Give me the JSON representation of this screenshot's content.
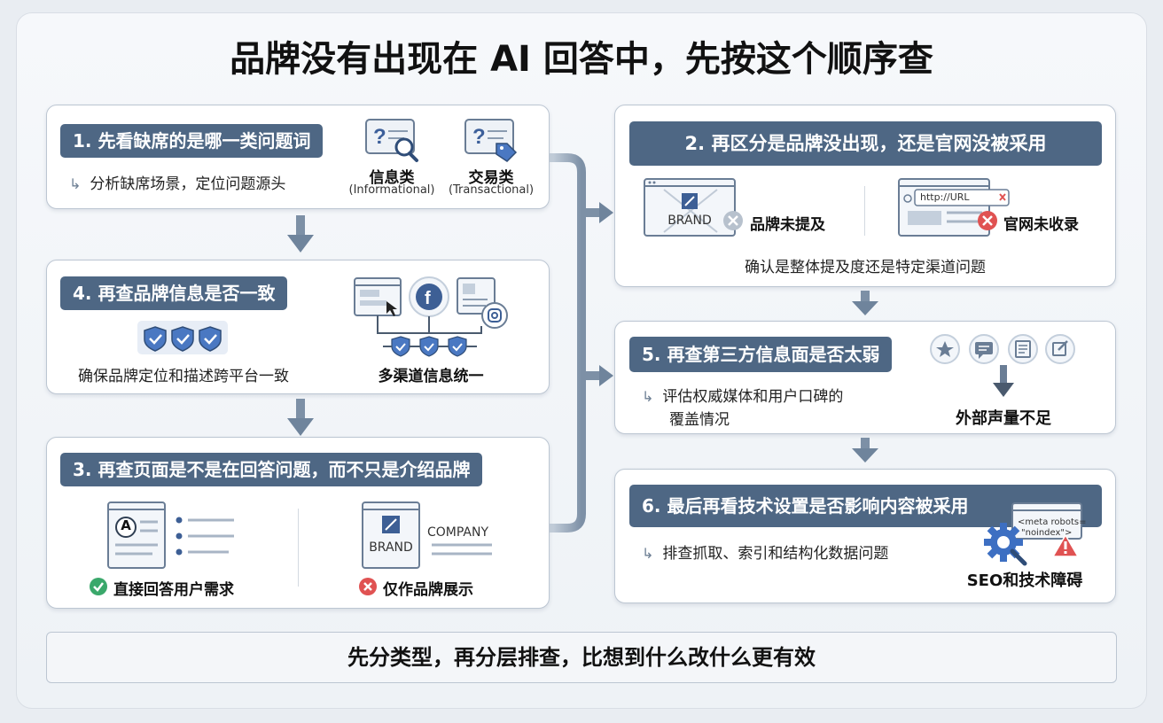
{
  "title": "品牌没有出现在 AI 回答中，先按这个顺序查",
  "step1": {
    "heading": "1. 先看缺席的是哪一类问题词",
    "desc": "分析缺席场景，定位问题源头",
    "type_a": {
      "label": "信息类",
      "sub": "(Informational)"
    },
    "type_b": {
      "label": "交易类",
      "sub": "(Transactional)"
    }
  },
  "step4": {
    "heading": "4. 再查品牌信息是否一致",
    "desc": "确保品牌定位和描述跨平台一致",
    "channel_label": "多渠道信息统一"
  },
  "step3": {
    "heading": "3. 再查页面是不是在回答问题，而不只是介绍品牌",
    "good_label": "直接回答用户需求",
    "bad_label": "仅作品牌展示",
    "brand_text": "BRAND",
    "company_text": "COMPANY",
    "answer_letter": "A"
  },
  "step2": {
    "heading": "2. 再区分是品牌没出现，还是官网没被采用",
    "case_a": "品牌未提及",
    "case_b": "官网未收录",
    "brand_text": "BRAND",
    "url_text": "http://URL",
    "desc": "确认是整体提及度还是特定渠道问题"
  },
  "step5": {
    "heading": "5. 再查第三方信息面是否太弱",
    "desc_line1": "评估权威媒体和用户口碑的",
    "desc_line2": "覆盖情况",
    "result": "外部声量不足"
  },
  "step6": {
    "heading": "6. 最后再看技术设置是否影响内容被采用",
    "desc": "排查抓取、索引和结构化数据问题",
    "meta_line1": "<meta robots=",
    "meta_line2": "\"noindex\">",
    "result": "SEO和技术障碍"
  },
  "footer": "先分类型，再分层排查，比想到什么改什么更有效",
  "colors": {
    "accent": "#4e6784",
    "good": "#3aa86b",
    "bad": "#e05252",
    "shield": "#4a78c2"
  }
}
